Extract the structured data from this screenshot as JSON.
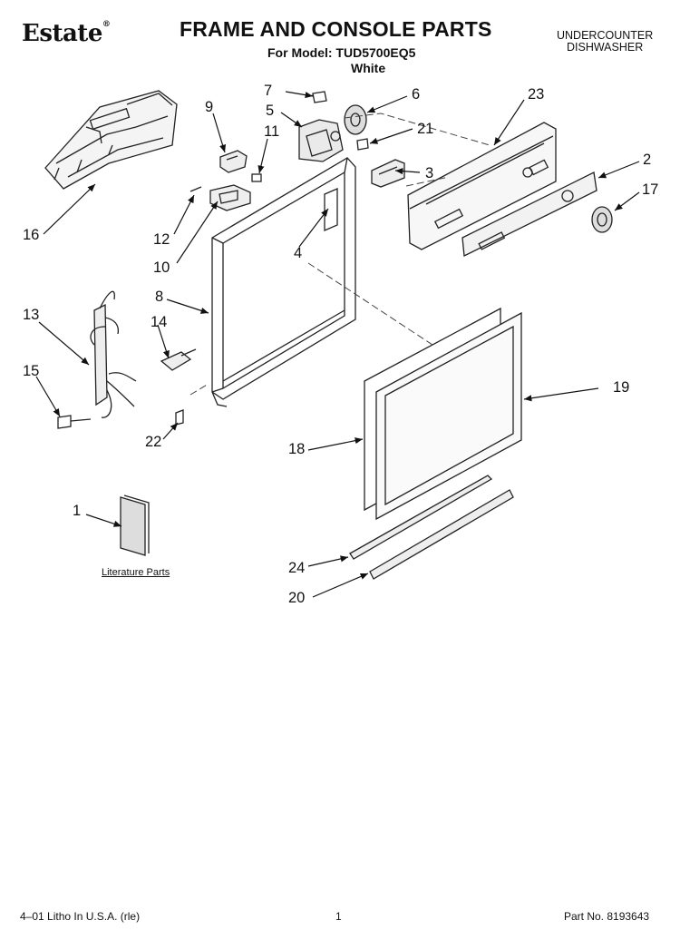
{
  "header": {
    "brand": "Estate",
    "brand_mark": "®",
    "title": "FRAME AND CONSOLE PARTS",
    "model_line": "For Model: TUD5700EQ5",
    "color": "White",
    "category_line1": "UNDERCOUNTER",
    "category_line2": "DISHWASHER"
  },
  "callouts": {
    "c1": "1",
    "c2": "2",
    "c3": "3",
    "c4": "4",
    "c5": "5",
    "c6": "6",
    "c7": "7",
    "c8": "8",
    "c9": "9",
    "c10": "10",
    "c11": "11",
    "c12": "12",
    "c13": "13",
    "c14": "14",
    "c15": "15",
    "c16": "16",
    "c17": "17",
    "c18": "18",
    "c19": "19",
    "c20": "20",
    "c21": "21",
    "c22": "22",
    "c23": "23",
    "c24": "24"
  },
  "literature_label": "Literature Parts",
  "footer": {
    "left": "4–01 Litho In U.S.A. (rle)",
    "page": "1",
    "part_no": "Part No. 8193643"
  }
}
